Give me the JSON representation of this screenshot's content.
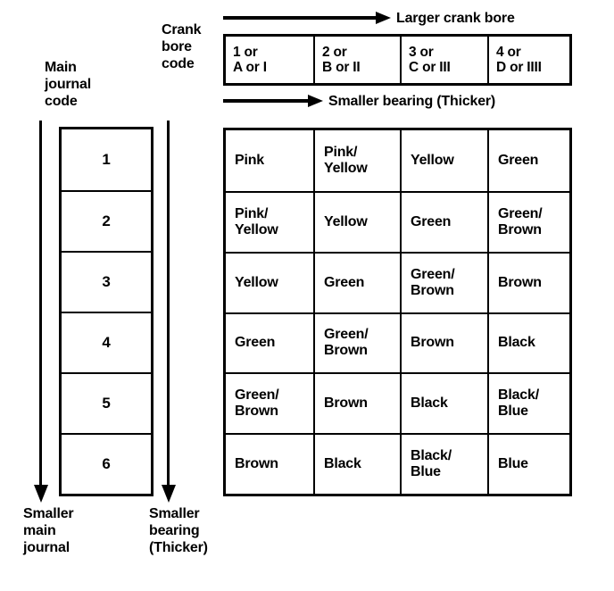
{
  "labels": {
    "main_journal_code": "Main\njournal\ncode",
    "crank_bore_code": "Crank\nbore\ncode",
    "larger_crank_bore": "Larger crank bore",
    "smaller_bearing_thicker": "Smaller bearing (Thicker)",
    "smaller_main_journal": "Smaller\nmain\njournal",
    "smaller_bearing_thicker_bottom": "Smaller\nbearing\n(Thicker)"
  },
  "crank_bore_header": [
    "1 or\nA or I",
    "2 or\nB or II",
    "3 or\nC or III",
    "4 or\nD or IIII"
  ],
  "main_journal_codes": [
    "1",
    "2",
    "3",
    "4",
    "5",
    "6"
  ],
  "color_table": {
    "rows": [
      [
        "Pink",
        "Pink/\nYellow",
        "Yellow",
        "Green"
      ],
      [
        "Pink/\nYellow",
        "Yellow",
        "Green",
        "Green/\nBrown"
      ],
      [
        "Yellow",
        "Green",
        "Green/\nBrown",
        "Brown"
      ],
      [
        "Green",
        "Green/\nBrown",
        "Brown",
        "Black"
      ],
      [
        "Green/\nBrown",
        "Brown",
        "Black",
        "Black/\nBlue"
      ],
      [
        "Brown",
        "Black",
        "Black/\nBlue",
        "Blue"
      ]
    ]
  },
  "colors": {
    "ink": "#000000",
    "paper": "#ffffff"
  }
}
